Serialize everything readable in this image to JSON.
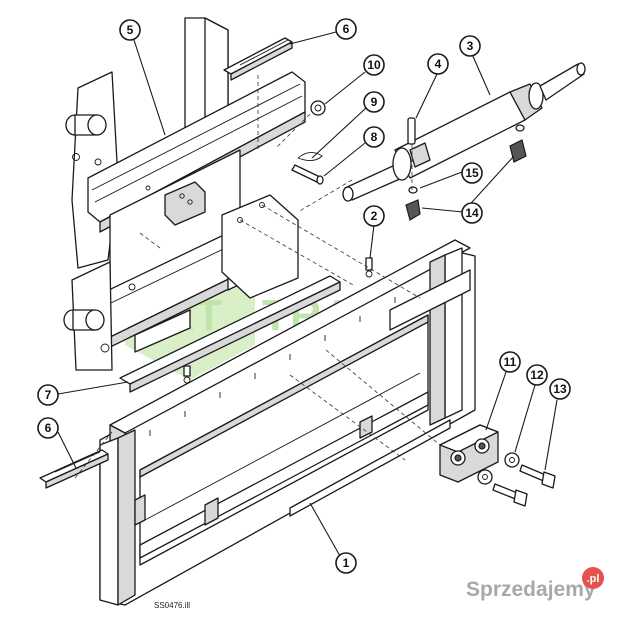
{
  "figure": {
    "code": "SS0476.ill",
    "callouts": [
      {
        "id": "c1",
        "label": "1"
      },
      {
        "id": "c2",
        "label": "2"
      },
      {
        "id": "c3",
        "label": "3"
      },
      {
        "id": "c4",
        "label": "4"
      },
      {
        "id": "c5",
        "label": "5"
      },
      {
        "id": "c6a",
        "label": "6"
      },
      {
        "id": "c6b",
        "label": "6"
      },
      {
        "id": "c7",
        "label": "7"
      },
      {
        "id": "c8",
        "label": "8"
      },
      {
        "id": "c9",
        "label": "9"
      },
      {
        "id": "c10",
        "label": "10"
      },
      {
        "id": "c11",
        "label": "11"
      },
      {
        "id": "c12",
        "label": "12"
      },
      {
        "id": "c13",
        "label": "13"
      },
      {
        "id": "c14",
        "label": "14"
      },
      {
        "id": "c15",
        "label": "15"
      }
    ]
  },
  "watermark": {
    "text_left": "ART",
    "text_right": "TRADE",
    "color": "#8fcf6a"
  },
  "brand": {
    "text": "Sprzedajemy",
    "suffix": ".pl",
    "badge_color": "#e0342c"
  }
}
